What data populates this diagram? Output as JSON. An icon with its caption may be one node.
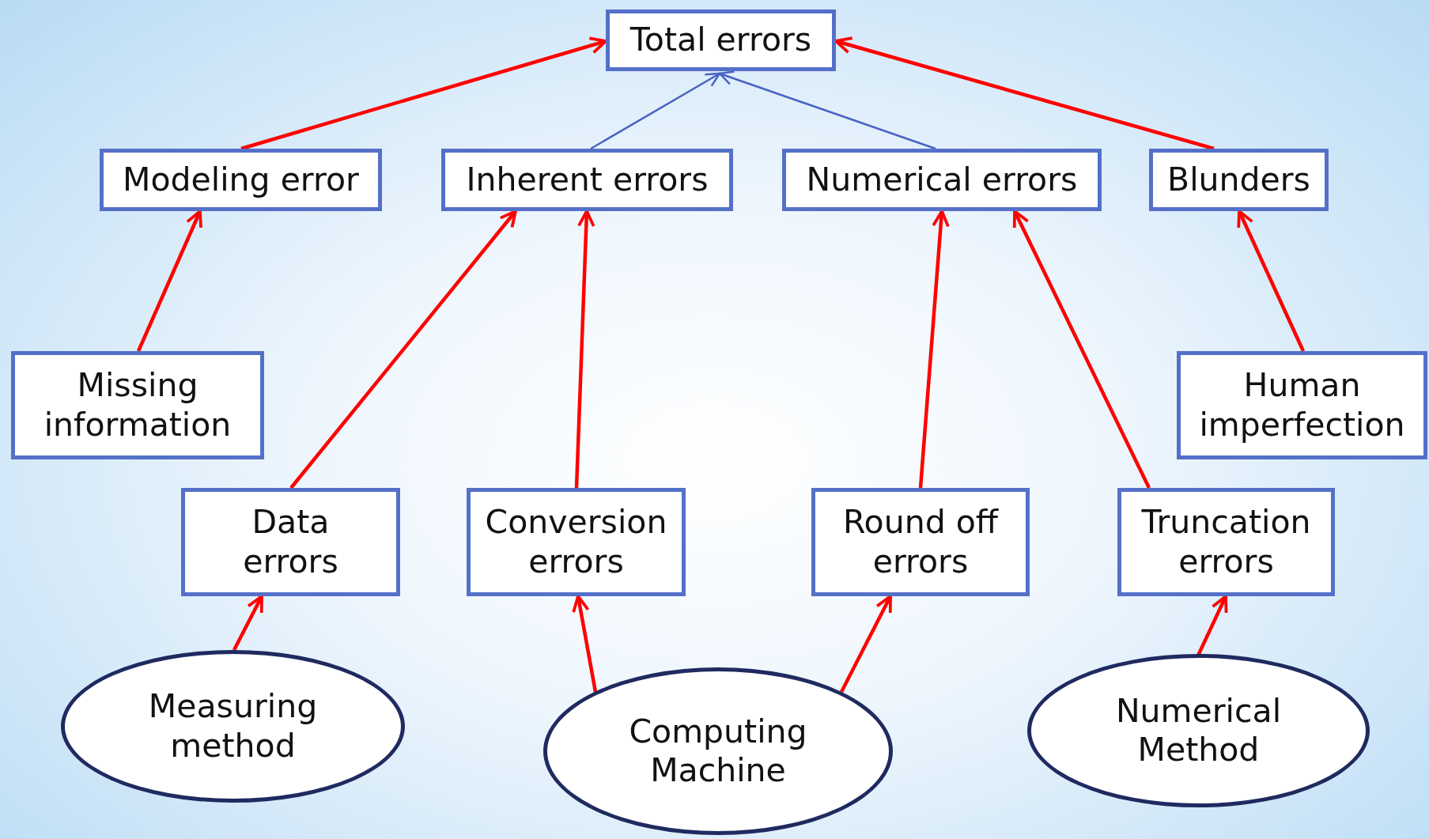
{
  "diagram": {
    "nodes": [
      {
        "text": [
          "Total errors"
        ]
      },
      {
        "text": [
          "Modeling error"
        ]
      },
      {
        "text": [
          "Inherent errors"
        ]
      },
      {
        "text": [
          "Numerical errors"
        ]
      },
      {
        "text": [
          "Blunders"
        ]
      },
      {
        "text": [
          "Missing information"
        ]
      },
      {
        "text": [
          "Human imperfection"
        ]
      },
      {
        "text": [
          "Data errors"
        ]
      },
      {
        "text": [
          "Conversion errors"
        ]
      },
      {
        "text": [
          "Round off errors"
        ]
      },
      {
        "text": [
          "Truncation errors"
        ]
      },
      {
        "text": [
          "Measuring method"
        ]
      },
      {
        "text": [
          "Computing Machine"
        ]
      },
      {
        "text": [
          "Numerical Method"
        ]
      }
    ],
    "edges": [
      {
        "from": 1,
        "to": 0,
        "arrow": "to"
      },
      {
        "from": 4,
        "to": 0,
        "arrow": "to"
      },
      {
        "from": 2,
        "to": 0,
        "arrow": "to",
        "color": "#4a62c4"
      },
      {
        "from": 3,
        "to": 0,
        "arrow": "to",
        "color": "#4a62c4"
      },
      {
        "from": 5,
        "to": 1,
        "arrow": "to"
      },
      {
        "from": 7,
        "to": 2,
        "arrow": "to"
      },
      {
        "from": 8,
        "to": 2,
        "arrow": "to"
      },
      {
        "from": 9,
        "to": 3,
        "arrow": "to"
      },
      {
        "from": 10,
        "to": 3,
        "arrow": "to"
      },
      {
        "from": 6,
        "to": 4,
        "arrow": "to"
      },
      {
        "from": 11,
        "to": 7,
        "arrow": "to"
      },
      {
        "from": 12,
        "to": 8,
        "arrow": "to"
      },
      {
        "from": 12,
        "to": 9,
        "arrow": "to"
      },
      {
        "from": 13,
        "to": 10,
        "arrow": "to"
      }
    ]
  }
}
